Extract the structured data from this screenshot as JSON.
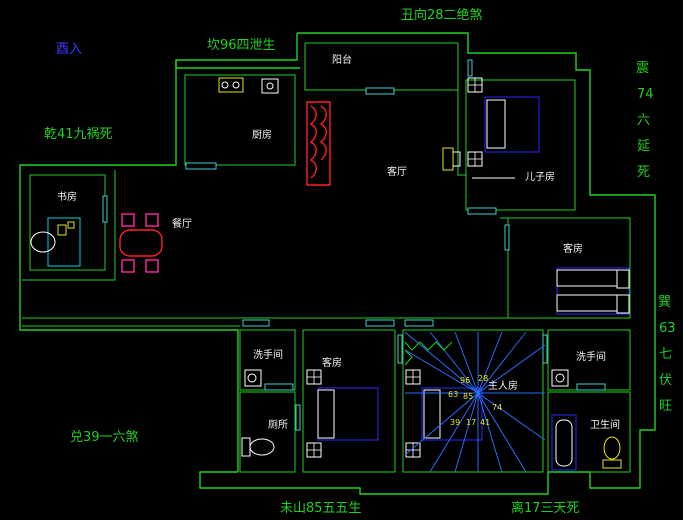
{
  "labels": {
    "south_title": "丑向28二绝煞",
    "kan": "坎96四泄生",
    "entrance": "酉入",
    "qian": "乾41九祸死",
    "zhen_1": "震",
    "zhen_2": "74",
    "zhen_3": "六",
    "zhen_4": "延",
    "zhen_5": "死",
    "xun_1": "巽",
    "xun_2": "63",
    "xun_3": "七",
    "xun_4": "伏",
    "xun_5": "旺",
    "dui": "兑39一六煞",
    "weishan": "未山85五五生",
    "li": "离17三天死"
  },
  "rooms": {
    "balcony": "阳台",
    "kitchen": "厨房",
    "living": "客厅",
    "son_room": "儿子房",
    "study": "书房",
    "dining": "餐厅",
    "guest_room_right": "客房",
    "washroom_left": "洗手间",
    "toilet": "厕所",
    "guest_room_bottom": "客房",
    "master_room": "主人房",
    "washroom_right": "洗手间",
    "bathroom": "卫生间"
  },
  "stair_numbers": [
    "96",
    "28",
    "74",
    "63",
    "85",
    "39",
    "17",
    "41"
  ],
  "colors": {
    "wall": "#1fd11f",
    "background": "#000000",
    "room_label": "#f2f2f2",
    "direction_label": "#1fd11f",
    "entrance_label": "#3b3bff",
    "stair_lines": "#2a6bff"
  }
}
